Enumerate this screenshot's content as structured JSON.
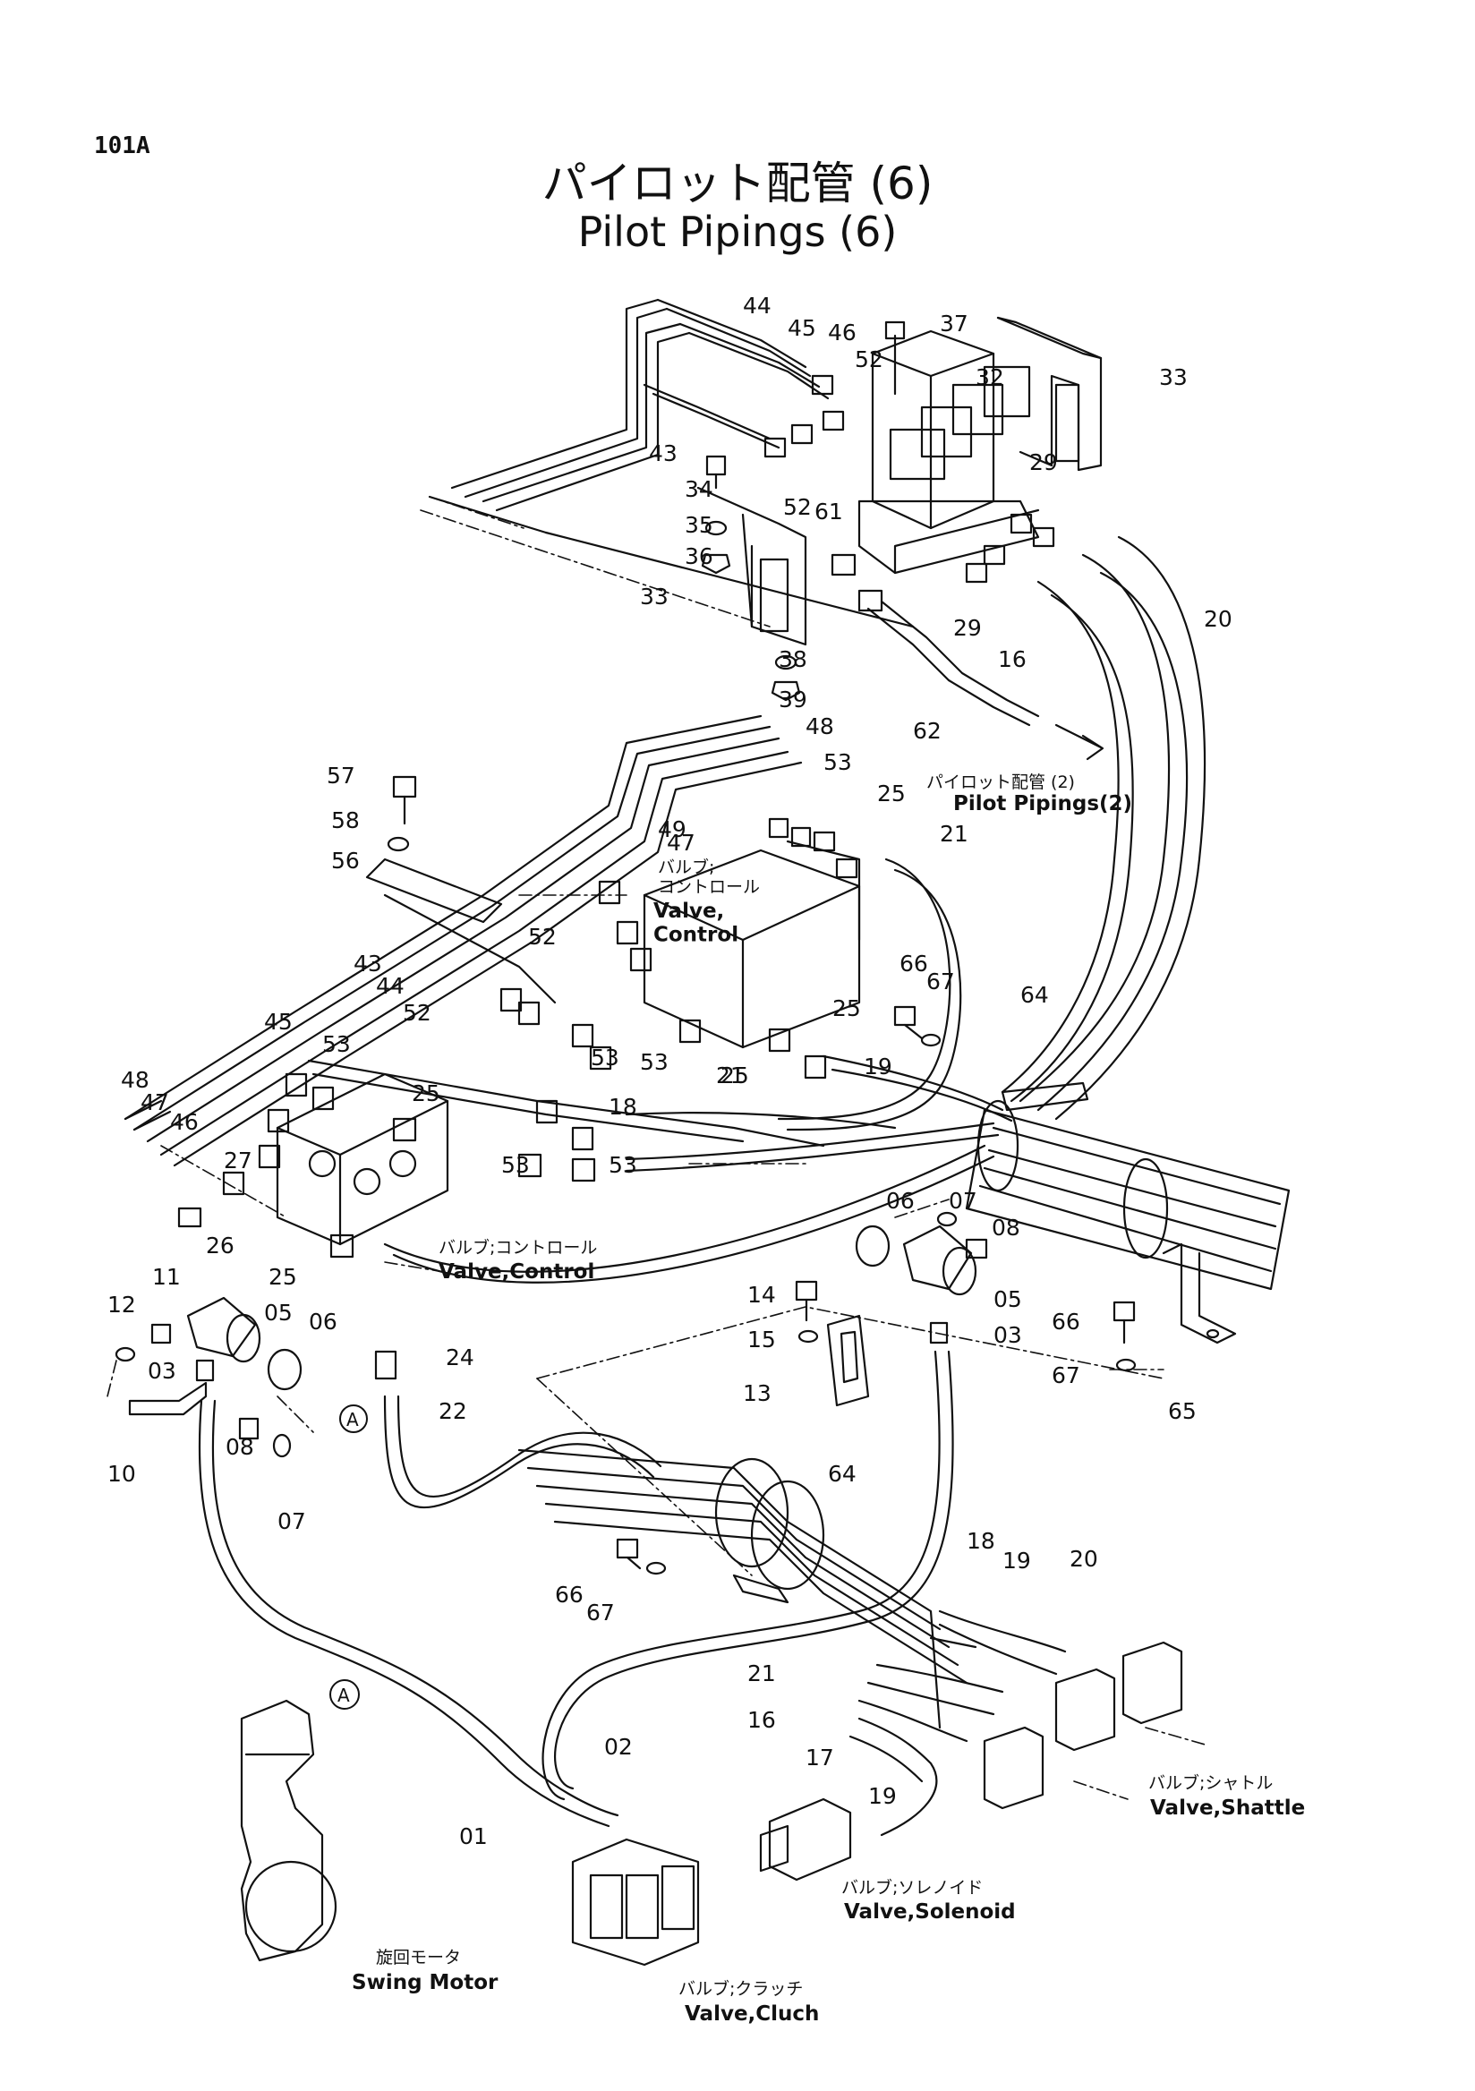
{
  "page_code": "101A",
  "title_ja": "パイロット配管 (6)",
  "title_en": "Pilot Pipings (6)",
  "callouts": [
    "44",
    "45",
    "46",
    "37",
    "52",
    "32",
    "33",
    "43",
    "34",
    "35",
    "36",
    "33",
    "52",
    "61",
    "29",
    "29",
    "38",
    "39",
    "62",
    "20",
    "16",
    "48",
    "53",
    "57",
    "58",
    "56",
    "25",
    "49",
    "47",
    "21",
    "52",
    "43",
    "44",
    "52",
    "45",
    "53",
    "66",
    "67",
    "25",
    "53",
    "64",
    "53",
    "25",
    "19",
    "21",
    "48",
    "47",
    "46",
    "27",
    "26",
    "25",
    "18",
    "53",
    "53",
    "25",
    "06",
    "07",
    "08",
    "05",
    "03",
    "14",
    "15",
    "13",
    "66",
    "67",
    "65",
    "11",
    "12",
    "05",
    "06",
    "03",
    "10",
    "24",
    "22",
    "08",
    "07",
    "64",
    "66",
    "67",
    "18",
    "19",
    "20",
    "21",
    "16",
    "17",
    "19",
    "02",
    "01"
  ],
  "annotations": {
    "valve_control_1": {
      "ja": "バルブ;\nコントロール",
      "en": "Valve,\nControl"
    },
    "valve_control_2": {
      "ja": "バルブ;コントロール",
      "en": "Valve,Control"
    },
    "pilot_piping_ref": {
      "ja": "パイロット配管 (2)",
      "en": "Pilot Pipings(2)"
    },
    "swing_motor": {
      "ja": "旋回モータ",
      "en": "Swing Motor"
    },
    "valve_clutch": {
      "ja": "バルブ;クラッチ",
      "en": "Valve,Cluch"
    },
    "valve_solenoid": {
      "ja": "バルブ;ソレノイド",
      "en": "Valve,Solenoid"
    },
    "valve_shuttle": {
      "ja": "バルブ;シャトル",
      "en": "Valve,Shattle"
    },
    "ref_a": "A"
  }
}
